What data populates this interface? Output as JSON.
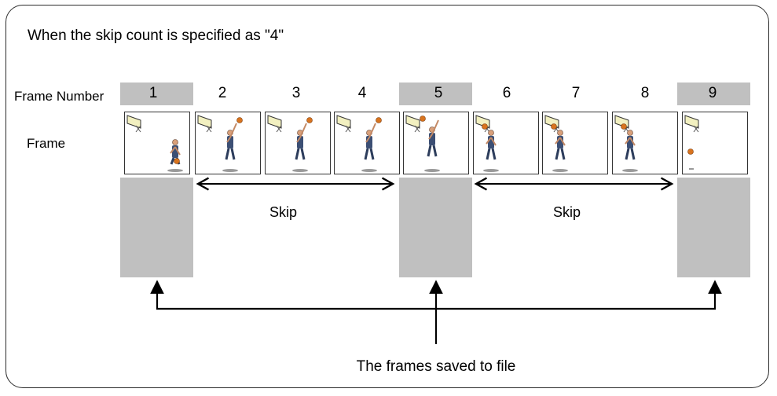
{
  "title": "When the skip count is specified as \"4\"",
  "row_labels": {
    "frame_number": "Frame Number",
    "frame": "Frame"
  },
  "frames": [
    {
      "number": "1",
      "saved": true,
      "pose": "crouch"
    },
    {
      "number": "2",
      "saved": false,
      "pose": "jump"
    },
    {
      "number": "3",
      "saved": false,
      "pose": "jump"
    },
    {
      "number": "4",
      "saved": false,
      "pose": "jump"
    },
    {
      "number": "5",
      "saved": true,
      "pose": "shoot"
    },
    {
      "number": "6",
      "saved": false,
      "pose": "fall"
    },
    {
      "number": "7",
      "saved": false,
      "pose": "fall"
    },
    {
      "number": "8",
      "saved": false,
      "pose": "fall"
    },
    {
      "number": "9",
      "saved": true,
      "pose": "ball"
    }
  ],
  "skip_label_1": "Skip",
  "skip_label_2": "Skip",
  "caption": "The frames saved to file",
  "colors": {
    "saved_bg": "#c0c0c0",
    "border": "#2b2b2b",
    "jersey": "#3c4f74"
  },
  "icons": {
    "frame": "basketball-player-icon",
    "hoop": "basketball-hoop-icon"
  }
}
